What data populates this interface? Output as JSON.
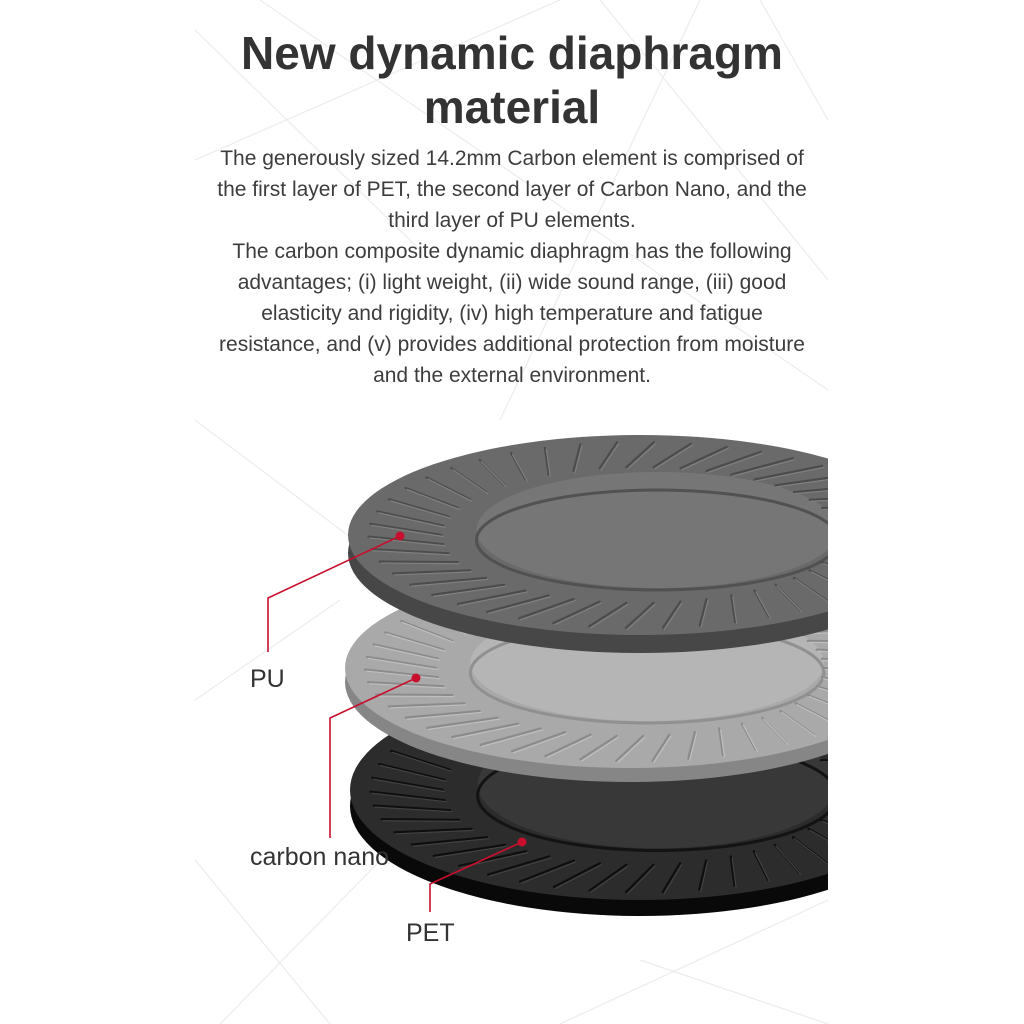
{
  "heading": {
    "line1": "New dynamic diaphragm",
    "line2": "material"
  },
  "description": {
    "p1": "The generously sized 14.2mm Carbon element is comprised of the first layer of PET, the second layer of Carbon Nano, and the third layer of PU elements.",
    "p2": "The carbon composite dynamic diaphragm has the following advantages; (i) light weight, (ii) wide sound range, (iii) good elasticity and rigidity, (iv) high temperature and fatigue resistance, and (v) provides additional protection from moisture and the external environment."
  },
  "layers": [
    {
      "label": "PU",
      "color": "#6a6a6a"
    },
    {
      "label": "carbon nano",
      "color": "#a9a9a9"
    },
    {
      "label": "PET",
      "color": "#2c2c2c"
    }
  ],
  "colors": {
    "accent": "#c8102e",
    "text": "#333333",
    "background": "#ffffff"
  }
}
